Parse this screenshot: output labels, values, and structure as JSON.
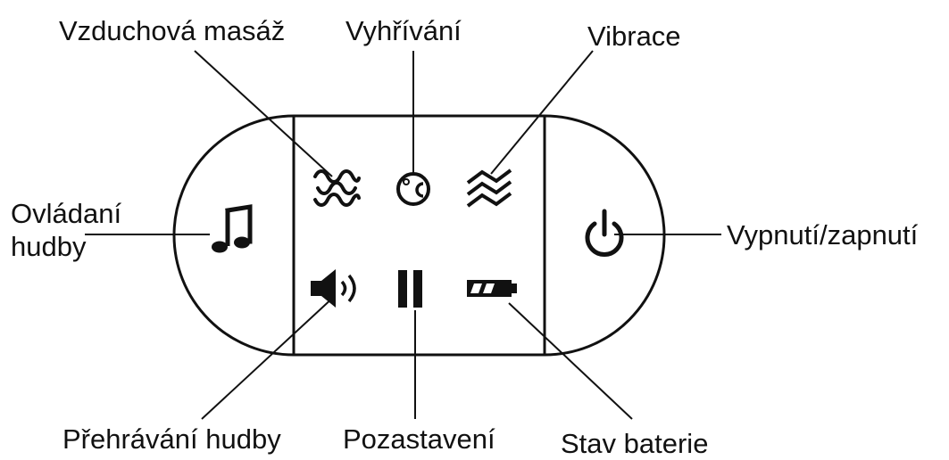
{
  "labels": {
    "air_massage": "Vzduchová masáž",
    "heating": "Vyhřívání",
    "vibration": "Vibrace",
    "music_control_line1": "Ovládaní",
    "music_control_line2": "hudby",
    "power": "Vypnutí/zapnutí",
    "music_playback": "Přehrávání hudby",
    "pause": "Pozastavení",
    "battery": "Stav baterie"
  },
  "icons": {
    "music_control": "music-note-icon",
    "air_massage": "air-wave-icon",
    "heating": "celsius-icon",
    "vibration": "vibration-icon",
    "power": "power-icon",
    "music_playback": "speaker-icon",
    "pause": "pause-icon",
    "battery": "battery-icon"
  },
  "colors": {
    "line": "#111111",
    "background": "#ffffff"
  }
}
